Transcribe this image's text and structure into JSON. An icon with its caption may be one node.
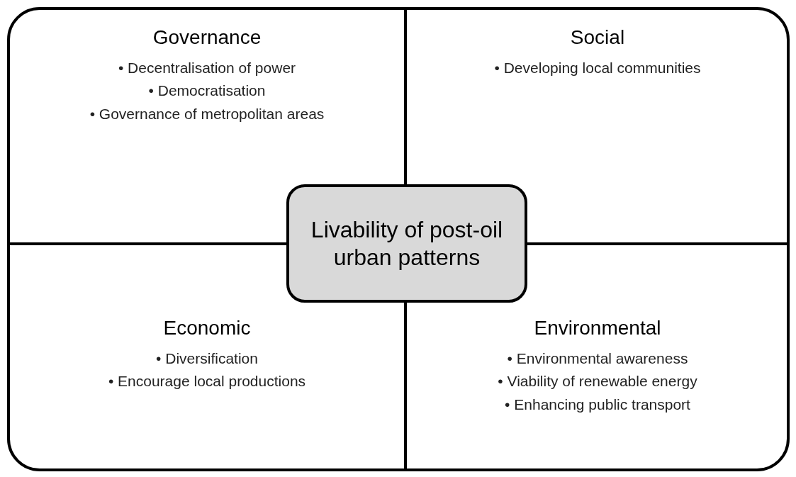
{
  "diagram": {
    "nodes": [
      {
        "text": [],
        "shape": "box"
      },
      {
        "text": [
          "Governance",
          "• Decentralisation of power",
          "• Democratisation",
          "• Governance of metropolitan areas"
        ],
        "in": 0
      },
      {
        "text": [
          "Social",
          "• Developing local communities"
        ],
        "in": 0
      },
      {
        "text": [
          "Livability of post-oil urban patterns"
        ],
        "in": 0
      },
      {
        "text": [
          "Economic",
          "• Diversification",
          "• Encourage local productions"
        ],
        "in": 0
      },
      {
        "text": [
          "Environmental",
          "• Environmental awareness",
          "• Viability of renewable energy",
          "• Enhancing public transport"
        ],
        "in": 0
      }
    ]
  }
}
